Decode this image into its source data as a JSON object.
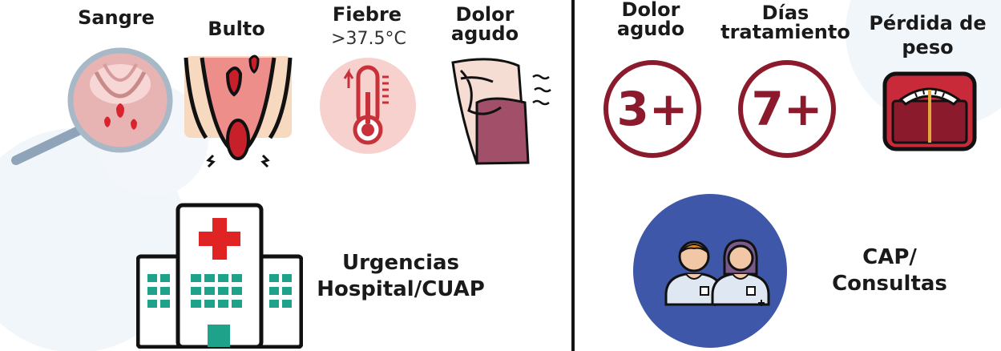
{
  "left": {
    "symptoms": [
      {
        "label": "Sangre",
        "icon": "magnifier-bleeding-icon"
      },
      {
        "label": "Bulto",
        "icon": "hemorrhoid-lump-icon"
      },
      {
        "label": "Fiebre",
        "sub": ">37.5°C",
        "icon": "thermometer-icon"
      },
      {
        "label_line1": "Dolor",
        "label_line2": "agudo",
        "icon": "abdominal-pain-icon"
      }
    ],
    "destination": {
      "line1": "Urgencias",
      "line2": "Hospital/CUAP",
      "icon": "hospital-icon"
    }
  },
  "right": {
    "criteria": [
      {
        "label_line1": "Dolor",
        "label_line2": "agudo",
        "badge": "3+",
        "icon": "circle-number-icon"
      },
      {
        "label_line1": "Días",
        "label_line2": "tratamiento",
        "badge": "7+",
        "icon": "circle-number-icon"
      },
      {
        "label_line1": "Pérdida de",
        "label_line2": "peso",
        "icon": "weight-scale-icon"
      }
    ],
    "destination": {
      "line1": "CAP/",
      "line2": "Consultas",
      "icon": "doctors-icon"
    }
  },
  "colors": {
    "maroon": "#8b1b2c",
    "blue": "#3f57a8",
    "pink": "#f4c9c6",
    "divider": "#151515"
  }
}
